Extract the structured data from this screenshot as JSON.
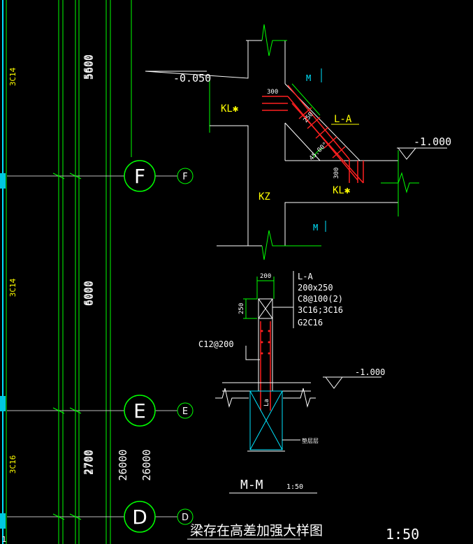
{
  "colors": {
    "green": "#00ff00",
    "white": "#ffffff",
    "yellow": "#ffff00",
    "red": "#ff2020",
    "cyan": "#00e5ff",
    "gray": "#bdbdbd"
  },
  "left_labels": {
    "bar_top": "3C14",
    "bar_mid": "3C14",
    "bar_bot": "3C16"
  },
  "dims": {
    "d5600a": "5600",
    "d5600b": "5600",
    "d6000a": "6000",
    "d6000b": "6000",
    "d2700a": "2700",
    "d2700b": "2700",
    "d26000a": "26000",
    "d26000b": "26000"
  },
  "axes": {
    "F": "F",
    "F_small": "F",
    "E": "E",
    "E_small": "E",
    "D": "D",
    "D_small": "D",
    "one": "1"
  },
  "top_detail": {
    "elev_upper": "-0.050",
    "elev_lower": "-1.000",
    "kl_upper": "KL✱",
    "kl_lower": "KL✱",
    "kz": "KZ",
    "la": "L-A",
    "m_upper": "M",
    "m_lower": "M",
    "d300a": "300",
    "d250": "250",
    "angle": "45.00°",
    "d300b": "300"
  },
  "section": {
    "width_dim": "200",
    "height_dim": "250",
    "label_lines": [
      "L-A",
      "200x250",
      "C8@100(2)",
      "3C16;3C16",
      "G2C16"
    ],
    "stirrup": "C12@200",
    "elev": "-1.000",
    "la_label": "La",
    "side_note": "垫层层",
    "title": "M-M",
    "scale": "1:50"
  },
  "caption": "梁存在高差加强大样图",
  "caption_scale": "1:50"
}
